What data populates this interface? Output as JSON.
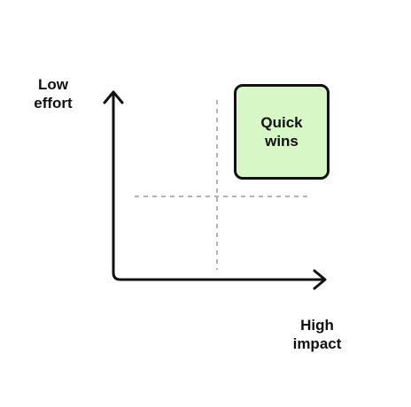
{
  "diagram": {
    "y_axis_label": "Low\neffort",
    "x_axis_label": "High\nimpact",
    "highlight_quadrant": {
      "label": "Quick\nwins",
      "fill_color": "#d8f7c6",
      "position": "top-right"
    },
    "colors": {
      "axis": "#111111",
      "divider": "#9a9a9a",
      "text": "#111111"
    }
  }
}
